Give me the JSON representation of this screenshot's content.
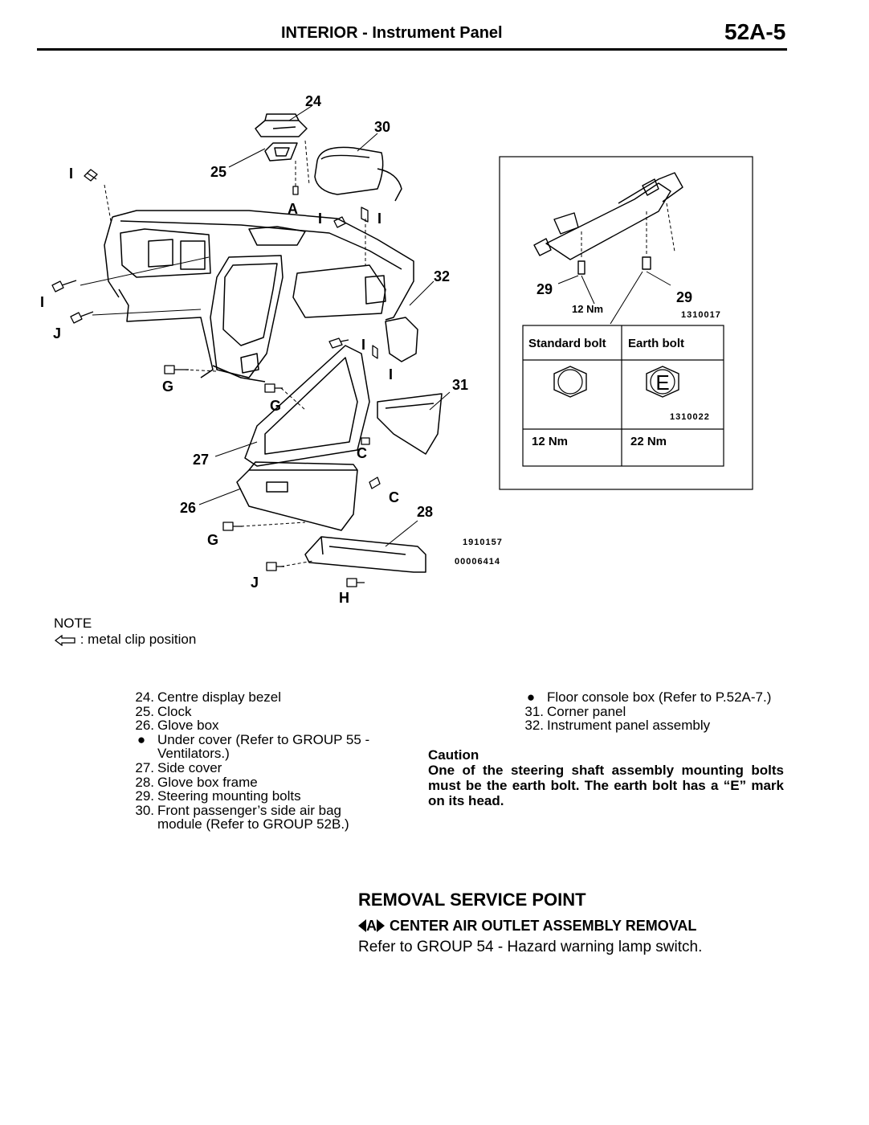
{
  "header": {
    "title": "INTERIOR  -  Instrument Panel",
    "page": "52A-5"
  },
  "diagram": {
    "callouts": [
      "24",
      "30",
      "25",
      "I",
      "A",
      "I",
      "I",
      "32",
      "I",
      "J",
      "I",
      "I",
      "G",
      "G",
      "31",
      "27",
      "C",
      "26",
      "C",
      "28",
      "G",
      "J",
      "H"
    ],
    "codes": [
      "1910157",
      "00006414"
    ]
  },
  "detail": {
    "left_label": "29",
    "left_torque": "12 Nm",
    "right_label": "29",
    "code_top": "1310017",
    "table": {
      "headers": [
        "Standard bolt",
        "Earth bolt"
      ],
      "earth_mark": "E",
      "code": "1310022",
      "torques": [
        "12 Nm",
        "22 Nm"
      ]
    }
  },
  "note": {
    "title": "NOTE",
    "legend": ": metal clip position"
  },
  "parts_left": [
    {
      "num": "24.",
      "text": "Centre  display  bezel"
    },
    {
      "num": "25.",
      "text": "Clock"
    },
    {
      "num": "26.",
      "text": "Glove  box"
    },
    {
      "num": "●",
      "text": "Under  cover  (Refer  to  GROUP  55  -"
    },
    {
      "num": "",
      "text": "Ventilators.)"
    },
    {
      "num": "27.",
      "text": "Side  cover"
    },
    {
      "num": "28.",
      "text": "Glove  box  frame"
    },
    {
      "num": "29.",
      "text": "Steering  mounting  bolts"
    },
    {
      "num": "30.",
      "text": "Front  passenger’s  side  air  bag"
    },
    {
      "num": "",
      "text": "module  (Refer  to  GROUP  52B.)"
    }
  ],
  "parts_right": [
    {
      "num": "●",
      "text": "Floor  console  box  (Refer  to  P.52A-7.)"
    },
    {
      "num": "31.",
      "text": "Corner  panel"
    },
    {
      "num": "32.",
      "text": "Instrument  panel  assembly"
    }
  ],
  "caution": {
    "title": "Caution",
    "text": "One of the steering shaft assembly mounting bolts must be the earth bolt. The earth bolt has a “E” mark on its head."
  },
  "removal": {
    "heading": "REMOVAL  SERVICE  POINT",
    "marker": "A",
    "subheading": "CENTER  AIR  OUTLET  ASSEMBLY  REMOVAL",
    "text": "Refer  to  GROUP  54  -  Hazard  warning  lamp  switch."
  }
}
